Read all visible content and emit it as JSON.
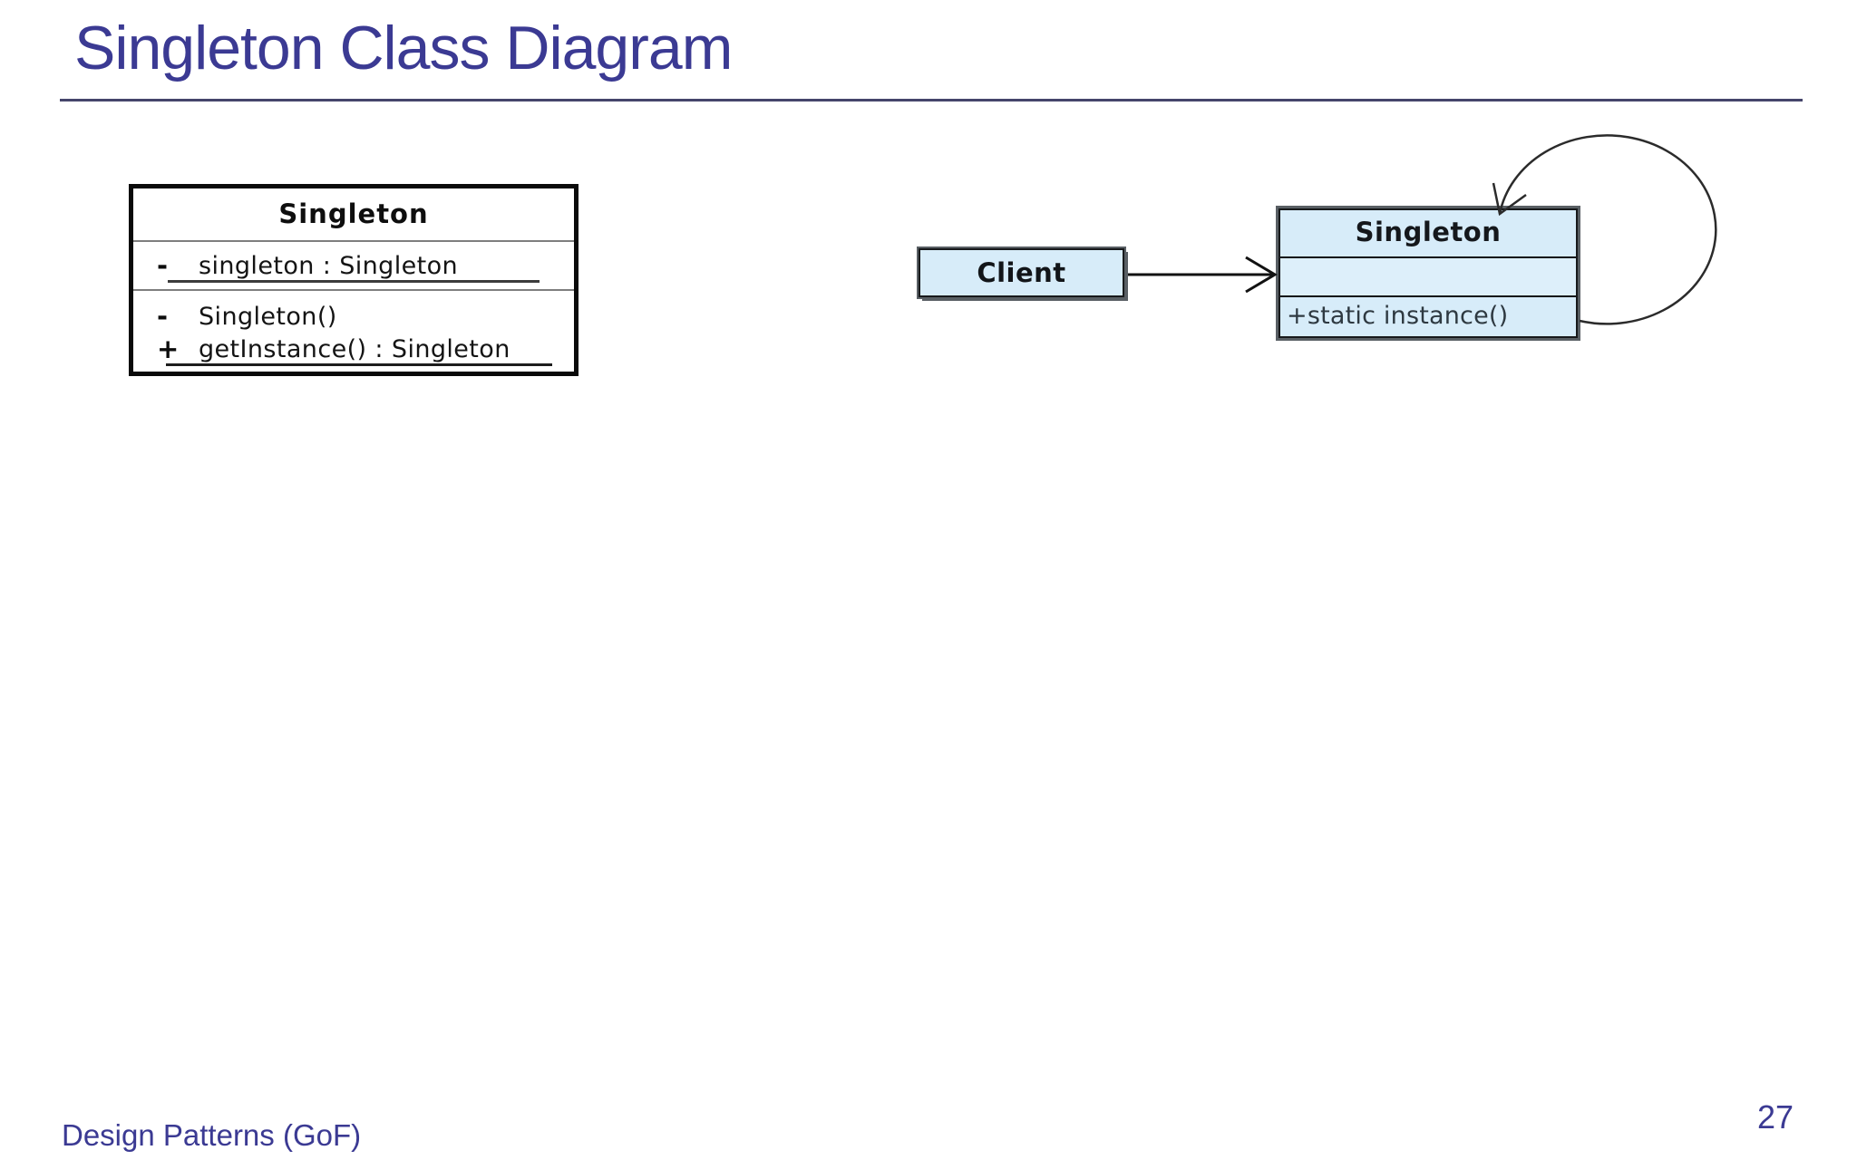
{
  "slide": {
    "title": "Singleton Class Diagram",
    "footer": "Design Patterns (GoF)",
    "page_number": "27"
  },
  "uml_class_detail": {
    "name": "Singleton",
    "attributes": [
      {
        "visibility": "-",
        "text": "singleton : Singleton",
        "static": true
      }
    ],
    "operations": [
      {
        "visibility": "-",
        "text": "Singleton()",
        "static": false
      },
      {
        "visibility": "+",
        "text": "getInstance() : Singleton",
        "static": true
      }
    ]
  },
  "uml_collaboration": {
    "client": {
      "name": "Client"
    },
    "singleton": {
      "name": "Singleton",
      "operation": "+static instance()"
    }
  },
  "colors": {
    "accent_indigo": "#3B3A93",
    "rule_navy": "#45456B",
    "uml_fill_blue": "#D7ECF9",
    "box_border_dark": "#17191B",
    "shadow_gray": "#595F64",
    "separator_gray": "#7E7E7E"
  }
}
